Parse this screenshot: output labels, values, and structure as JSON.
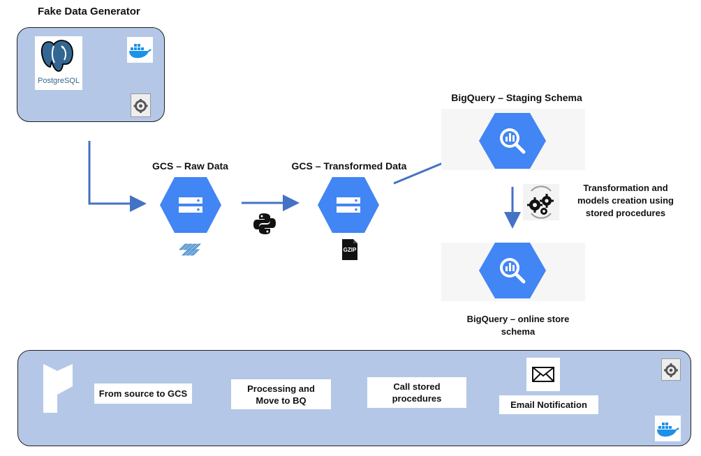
{
  "colors": {
    "panel_bg": "#b4c7e7",
    "arrow": "#4472c4",
    "gcp_blue": "#4285f4",
    "gcp_dark": "#3367d6"
  },
  "top": {
    "title": "Fake Data Generator",
    "postgres_label": "PostgreSQL"
  },
  "flow": {
    "gcs_raw": "GCS – Raw Data",
    "gcs_transformed": "GCS – Transformed Data",
    "bq_staging": "BigQuery – Staging Schema",
    "transform_note": [
      "Transformation and",
      "models creation using",
      "stored procedures"
    ],
    "bq_online": [
      "BigQuery – online store",
      "schema"
    ],
    "gzip_label": "GZIP"
  },
  "pipeline": {
    "steps": [
      {
        "label": [
          "From source to GCS"
        ]
      },
      {
        "label": [
          "Processing and",
          "Move to BQ"
        ]
      },
      {
        "label": [
          "Call stored",
          "procedures"
        ]
      },
      {
        "label": [
          "Email Notification"
        ]
      }
    ]
  }
}
